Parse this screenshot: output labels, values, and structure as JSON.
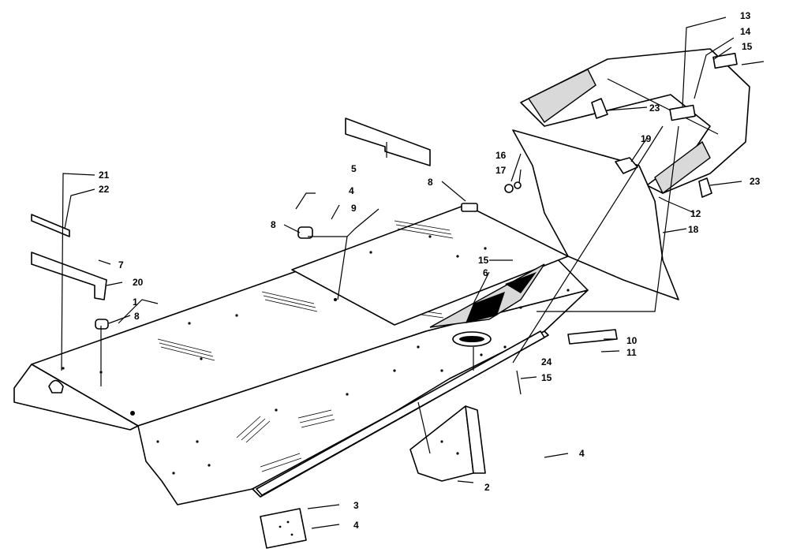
{
  "callouts": {
    "c1": "1",
    "c2": "2",
    "c3": "3",
    "c4a": "4",
    "c4b": "4",
    "c4c": "4",
    "c5": "5",
    "c6": "6",
    "c7": "7",
    "c8a": "8",
    "c8b": "8",
    "c8c": "8",
    "c9": "9",
    "c10": "10",
    "c11": "11",
    "c12": "12",
    "c13": "13",
    "c14": "14",
    "c15a": "15",
    "c15b": "15",
    "c15c": "15",
    "c16": "16",
    "c17": "17",
    "c18": "18",
    "c19": "19",
    "c20": "20",
    "c21": "21",
    "c22": "22",
    "c23a": "23",
    "c23b": "23",
    "c24": "24"
  }
}
